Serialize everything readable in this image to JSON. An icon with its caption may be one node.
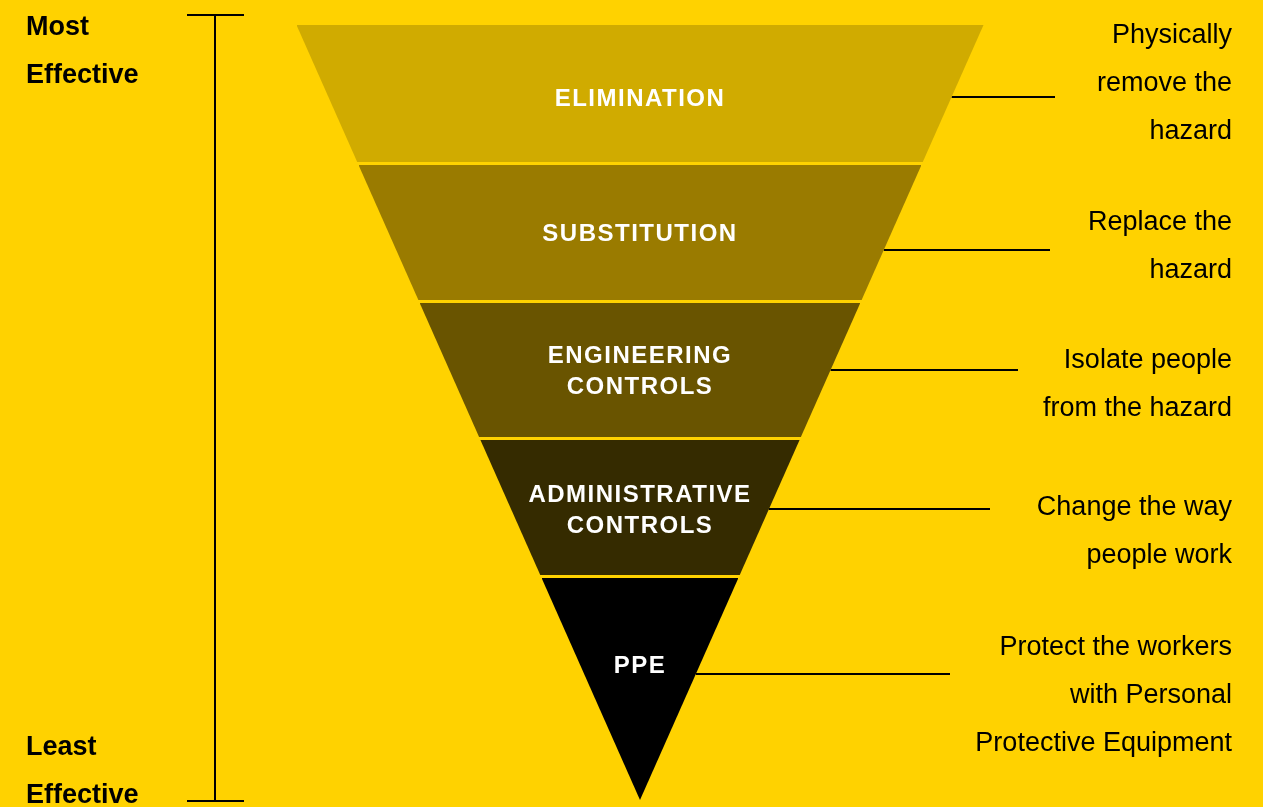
{
  "diagram": {
    "nodes": [
      {
        "text": [
          "ELIMINATION"
        ]
      },
      {
        "text": [
          "SUBSTITUTION"
        ]
      },
      {
        "text": [
          "ENGINEERING CONTROLS"
        ]
      },
      {
        "text": [
          "ADMINISTRATIVE CONTROLS"
        ]
      },
      {
        "text": [
          "PPE"
        ]
      },
      {
        "text": [
          "Physically remove the hazard"
        ]
      },
      {
        "text": [
          "Replace the hazard"
        ]
      },
      {
        "text": [
          "Isolate people from the hazard"
        ]
      },
      {
        "text": [
          "Change the way people work"
        ]
      },
      {
        "text": [
          "Protect the workers with Personal Protective Equipment"
        ]
      }
    ],
    "edges": [
      {
        "from": 5,
        "to": 0,
        "arrow": "none"
      },
      {
        "from": 6,
        "to": 1,
        "arrow": "none"
      },
      {
        "from": 7,
        "to": 2,
        "arrow": "none"
      },
      {
        "from": 8,
        "to": 3,
        "arrow": "none"
      },
      {
        "from": 9,
        "to": 4,
        "arrow": "none"
      }
    ],
    "labels": [
      "Most Effective",
      "Least Effective"
    ]
  }
}
